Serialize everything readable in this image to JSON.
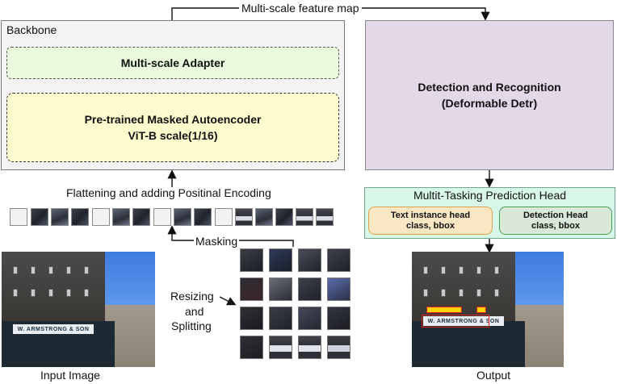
{
  "top_label": "Multi-scale feature map",
  "backbone": {
    "title": "Backbone",
    "adapter": "Multi-scale Adapter",
    "mae_line1": "Pre-trained Masked Autoencoder",
    "mae_line2": "ViT-B scale(1/16)"
  },
  "detection": {
    "line1": "Detection and Recognition",
    "line2": "(Deformable Detr)"
  },
  "prediction_head": {
    "title": "Multit-Tasking Prediction Head",
    "text_head_line1": "Text instance head",
    "text_head_line2": "class, bbox",
    "det_head_line1": "Detection Head",
    "det_head_line2": "class, bbox"
  },
  "labels": {
    "flatten": "Flattening and adding Positinal Encoding",
    "masking": "Masking",
    "resize_line1": "Resizing",
    "resize_line2": "and",
    "resize_line3": "Splitting",
    "input": "Input Image",
    "output": "Output"
  },
  "photo": {
    "shop_sign": "W. ARMSTRONG & SON"
  },
  "colors": {
    "backbone_bg": "#f3f3f3",
    "adapter_bg": "#e9fbdc",
    "mae_bg": "#fdfccf",
    "detection_bg": "#e3d8e8",
    "head_bg": "#d8f7e8",
    "text_head_bg": "#fbe6c4",
    "det_head_bg": "#d9e8d8",
    "detection_box_color": "#e02020",
    "text_box_color": "#ffd400"
  }
}
